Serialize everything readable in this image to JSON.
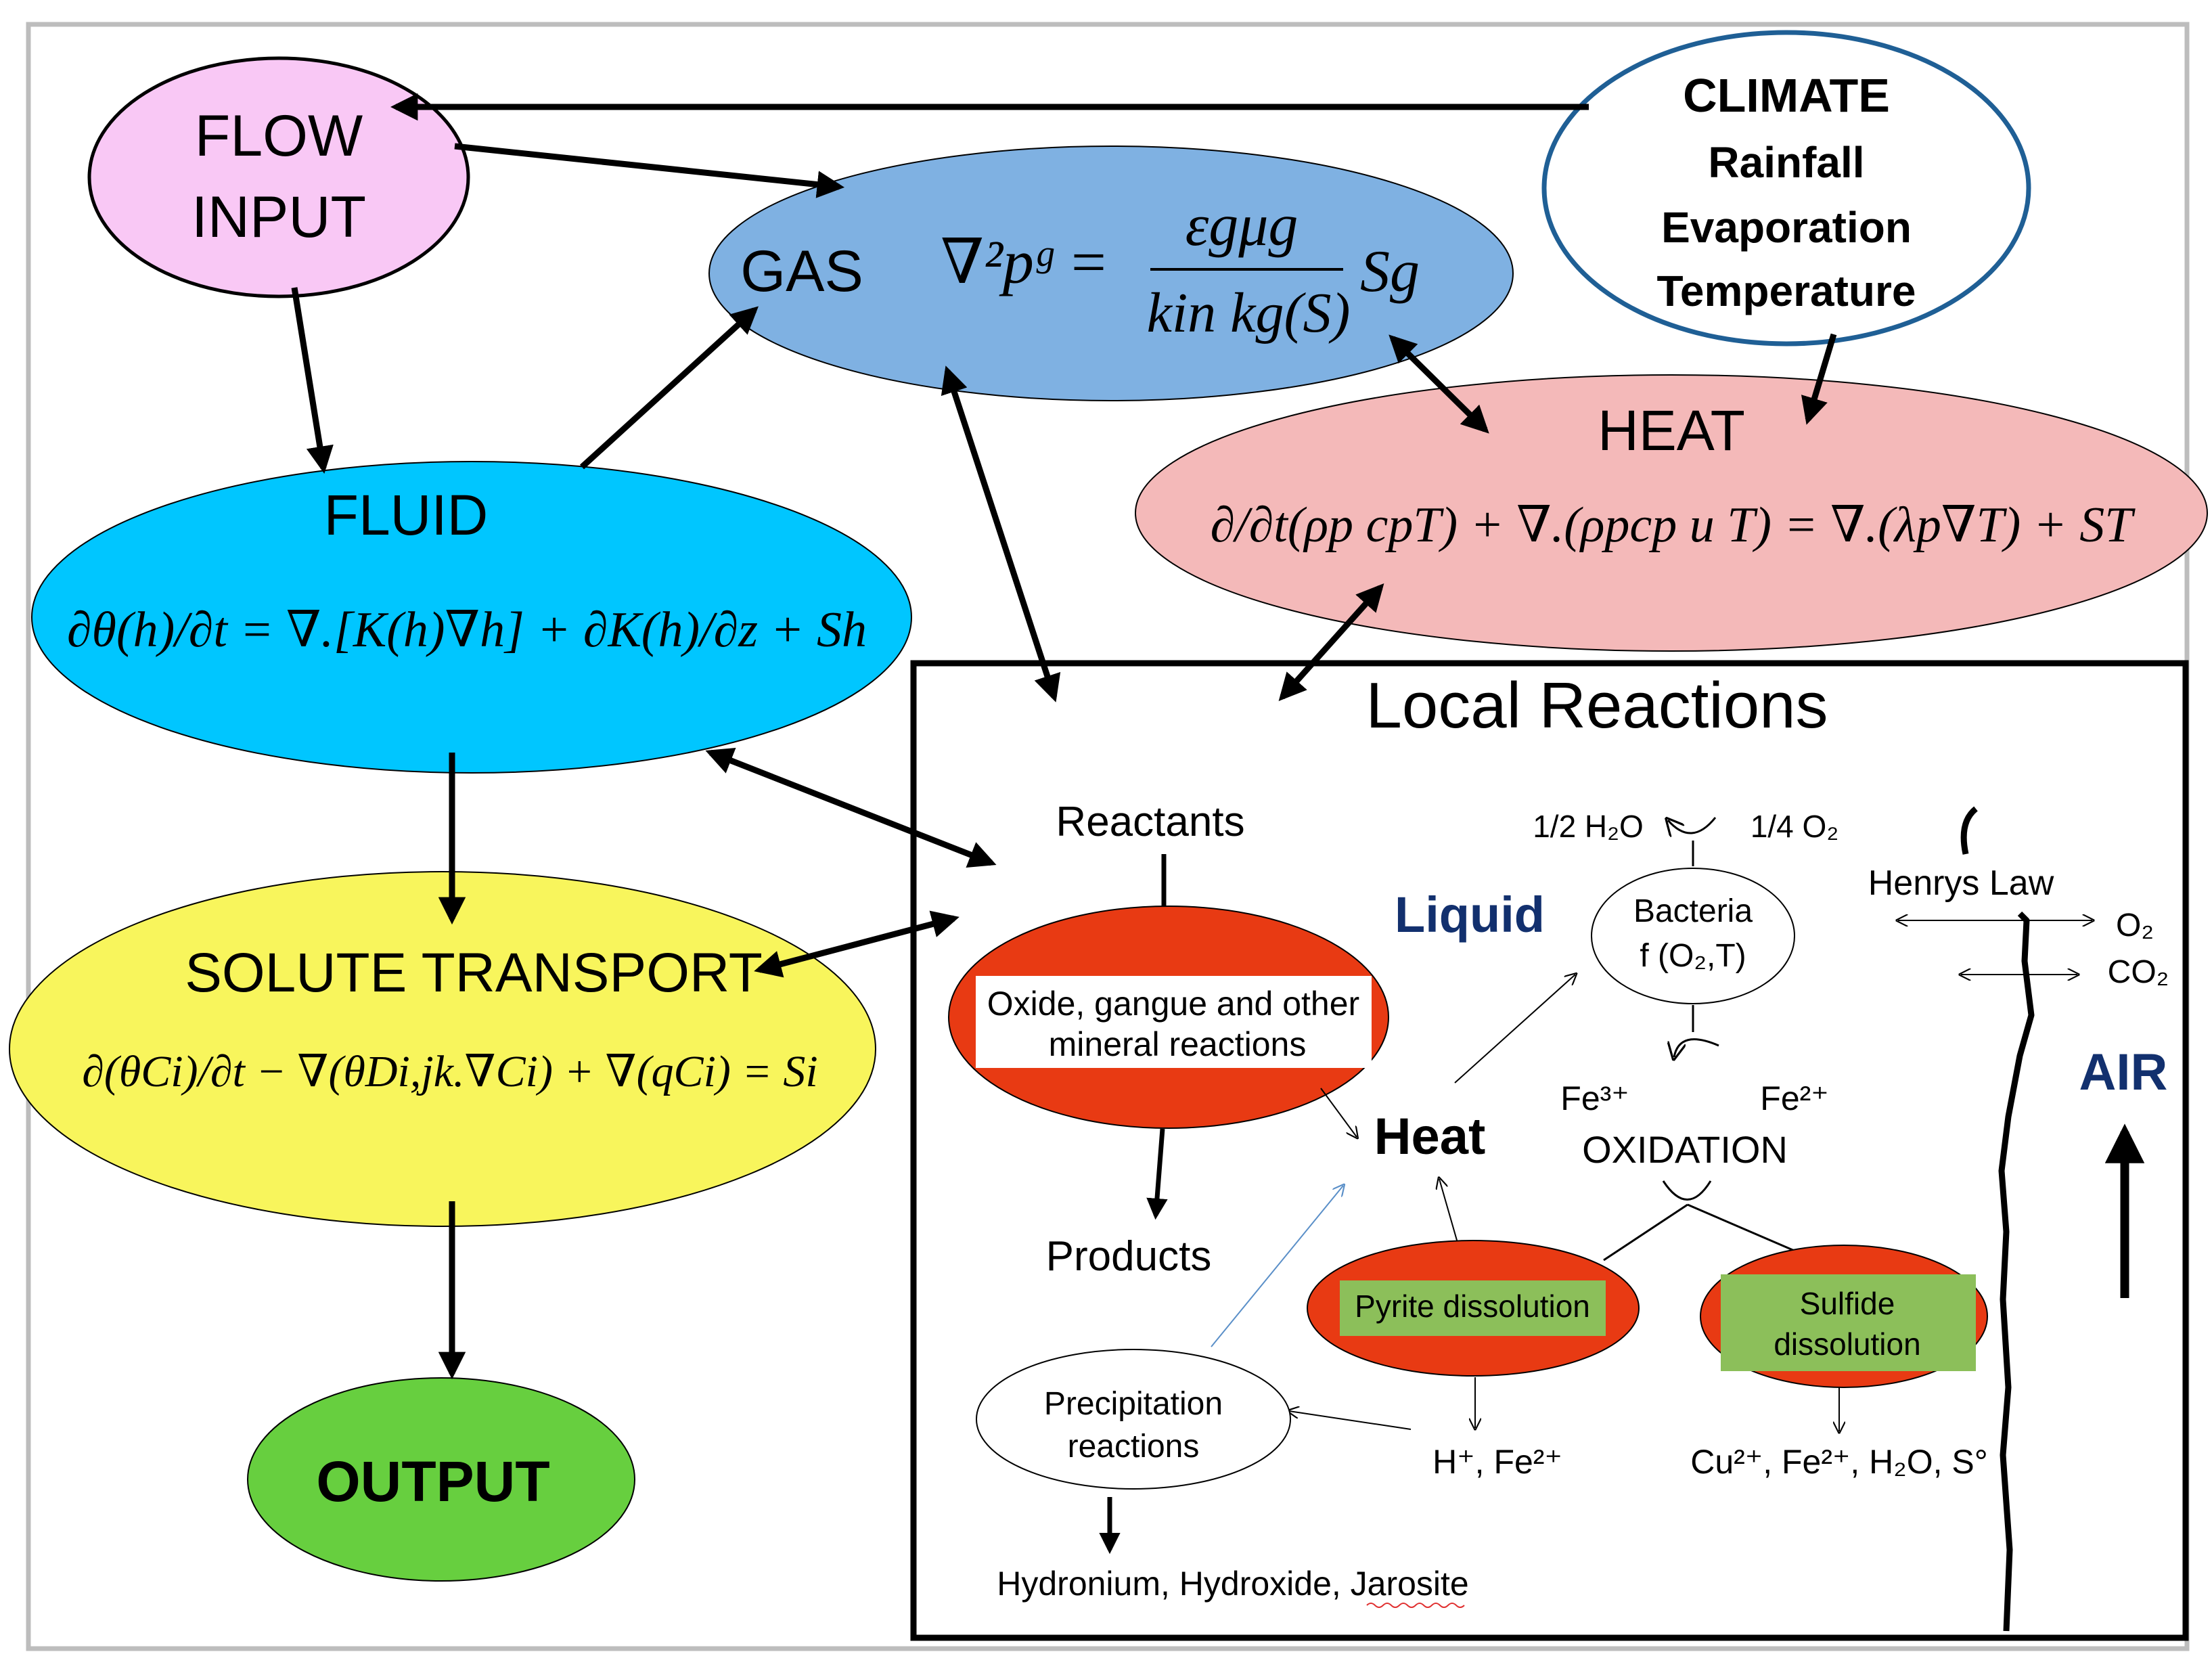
{
  "nodes": {
    "flow_input": {
      "line1": "FLOW",
      "line2": "INPUT"
    },
    "climate": {
      "title": "CLIMATE",
      "line1": "Rainfall",
      "line2": "Evaporation",
      "line3": "Temperature"
    },
    "gas": {
      "label": "GAS",
      "eq_lhs": "∇²pᵍ =",
      "eq_num": "εgμg",
      "eq_den": "kin kg(S)",
      "eq_tail": "Sg"
    },
    "heat": {
      "label": "HEAT",
      "eq": "∂/∂t(ρp cpT) + ∇.(ρpcp u T) = ∇.(λp∇T) + ST"
    },
    "fluid": {
      "label": "FLUID",
      "eq": "∂θ(h)/∂t = ∇.[K(h)∇h] + ∂K(h)/∂z + Sh"
    },
    "solute": {
      "label": "SOLUTE TRANSPORT",
      "eq": "∂(θCi)/∂t − ∇(θDi,jk.∇Ci) + ∇(qCi) = Si"
    },
    "output": {
      "label": "OUTPUT"
    }
  },
  "local": {
    "title": "Local Reactions",
    "reactants": "Reactants",
    "products": "Products",
    "oxide_line1": "Oxide, gangue and other",
    "oxide_line2": "mineral reactions",
    "liquid": "Liquid",
    "heat": "Heat",
    "half_h2o": "1/2 H₂O",
    "quarter_o2": "1/4 O₂",
    "bacteria_line1": "Bacteria",
    "bacteria_line2": "f (O₂,T)",
    "henrys": "Henrys Law",
    "o2": "O₂",
    "co2": "CO₂",
    "air": "AIR",
    "fe3": "Fe³⁺",
    "fe2": "Fe²⁺",
    "oxidation": "OXIDATION",
    "pyrite": "Pyrite dissolution",
    "sulfide_line1": "Sulfide",
    "sulfide_line2": "dissolution",
    "precip_line1": "Precipitation",
    "precip_line2": "reactions",
    "h_fe": "H⁺, Fe²⁺",
    "cu_products": "Cu²⁺, Fe²⁺, H₂O, S°",
    "hydronium": "Hydronium, Hydroxide, Jarosite"
  },
  "colors": {
    "flow_input": "#f9c8f5",
    "gas": "#7fb1e2",
    "climate_stroke": "#1f5f95",
    "heat": "#f4b9b9",
    "fluid": "#00c6ff",
    "solute": "#f8f55c",
    "output": "#67cf3f",
    "reaction_red": "#e83a13",
    "reaction_green": "#8cbf5a",
    "navy": "#12306e"
  }
}
